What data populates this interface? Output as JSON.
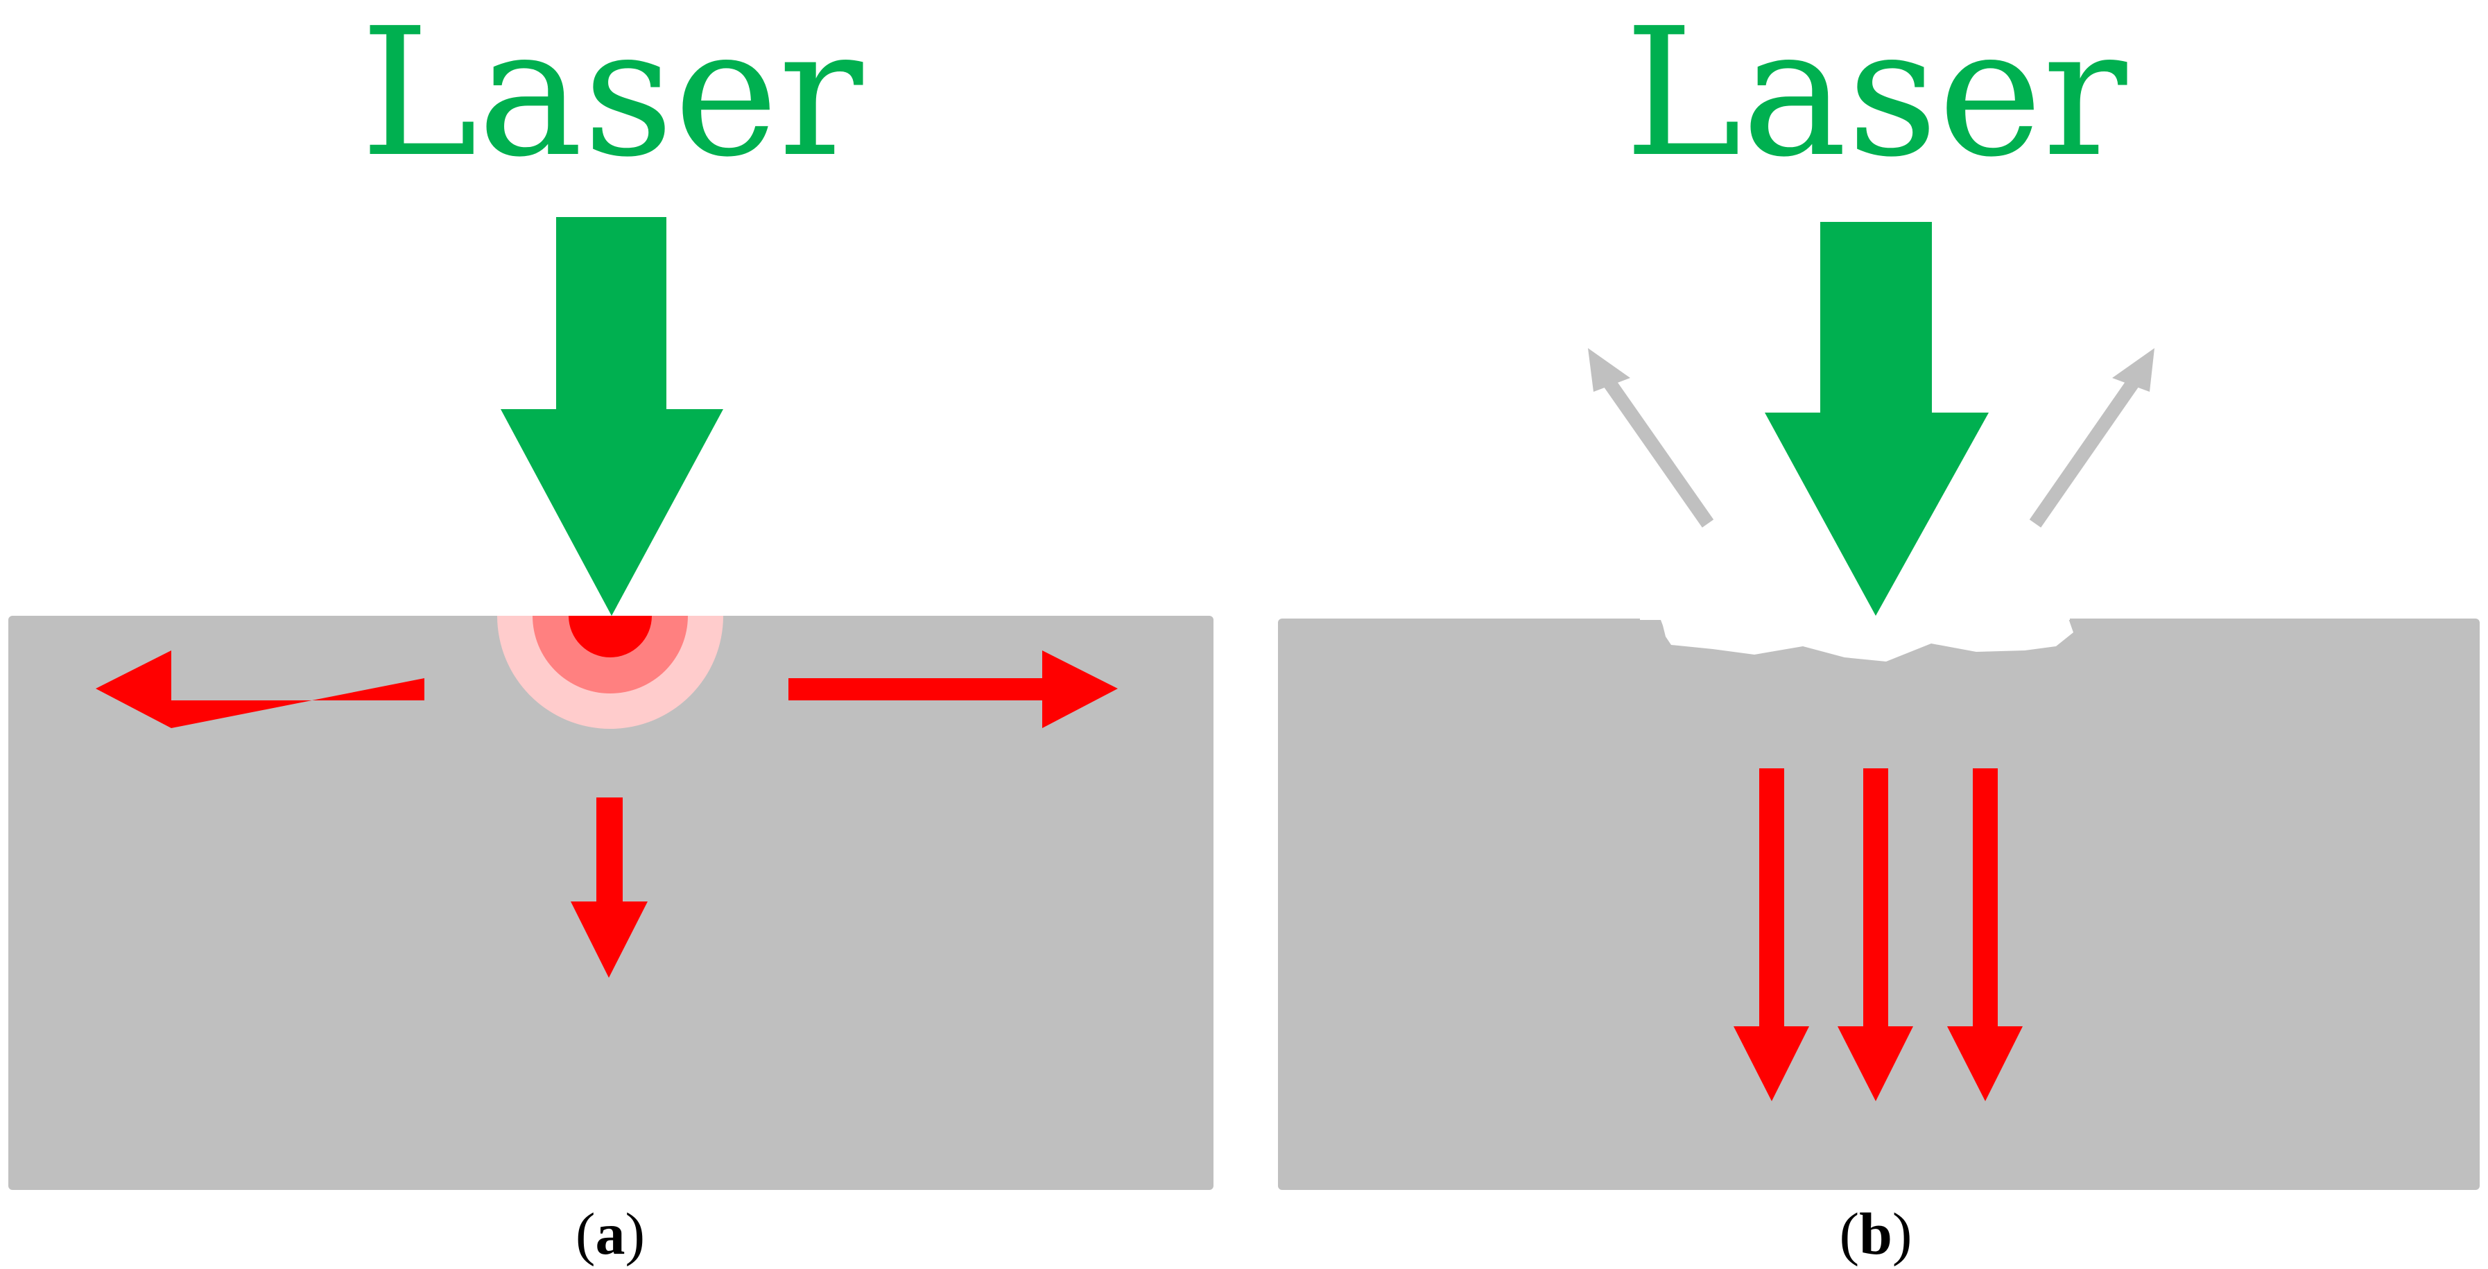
{
  "panels": [
    {
      "id": "a",
      "title": "Laser",
      "caption": {
        "open": "(",
        "letter": "a",
        "close": ")"
      }
    },
    {
      "id": "b",
      "title": "Laser",
      "caption": {
        "open": "(",
        "letter": "b",
        "close": ")"
      }
    }
  ],
  "colors": {
    "laser": "#00b050",
    "material": "#bfbfbf",
    "heat_arrow": "#ff0000",
    "heat_core": "#ff0000",
    "heat_mid": "#ff8080",
    "heat_outer": "#ffcccc",
    "ablation_arrow": "#c0c0c0",
    "ablated_region": "#ffffff",
    "caption_text": "#000000"
  },
  "icons": {
    "laser_beam": "down-arrow-icon",
    "heat_flow": "arrow-icon",
    "ejected_material": "arrow-icon"
  }
}
